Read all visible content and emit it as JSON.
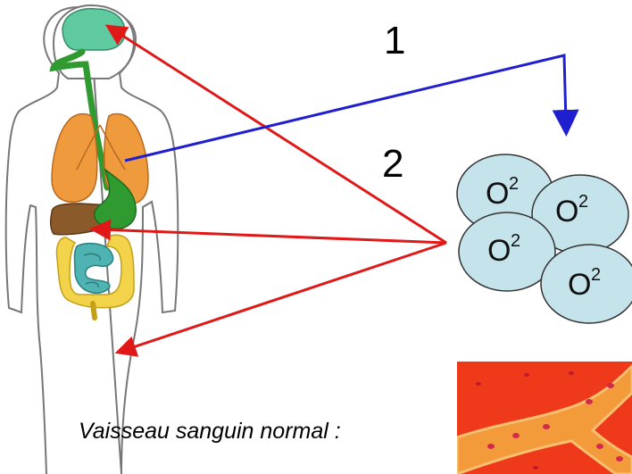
{
  "labels": {
    "step_1": "1",
    "step_2": "2",
    "caption": "Vaisseau sanguin normal :"
  },
  "cells": [
    {
      "text": "O",
      "sup": "2"
    },
    {
      "text": "O",
      "sup": "2"
    },
    {
      "text": "O",
      "sup": "2"
    },
    {
      "text": "O",
      "sup": "2"
    }
  ],
  "colors": {
    "oxygen_arrow": "#1f1fd0",
    "delivery_arrows": "#e01818",
    "cell_fill": "#c4e3ea",
    "brain": "#5fc9a0",
    "lungs": "#f09a3e",
    "stomach_trachea": "#2f9a2f",
    "liver": "#8b5a2b",
    "large_intestine": "#f2d34a",
    "small_intestine": "#4fb3b3",
    "vessel_wall": "#ee3a1a",
    "vessel_lumen": "#f39a3a"
  }
}
